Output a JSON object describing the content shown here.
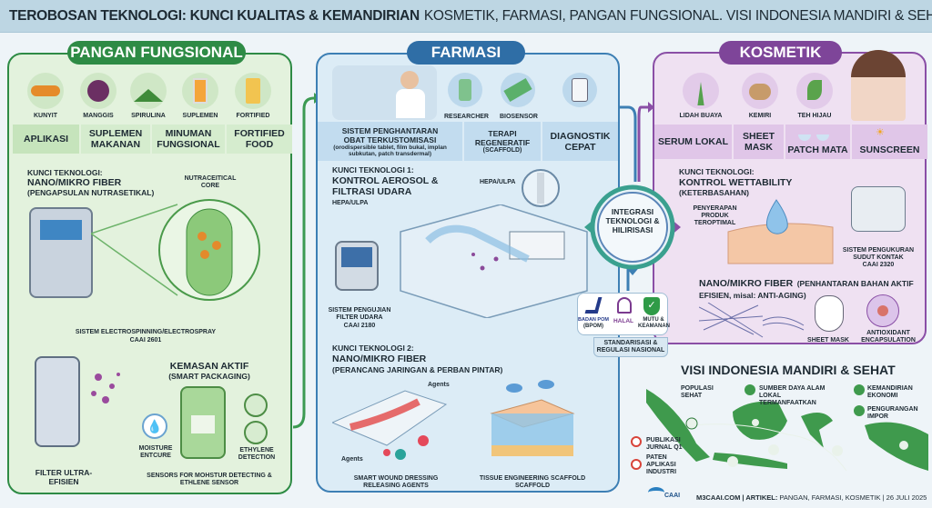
{
  "header": {
    "title_bold": "TEROBOSAN TEKNOLOGI: KUNCI KUALITAS & KEMANDIRIAN",
    "title_rest": "KOSMETIK, FARMASI, PANGAN FUNGSIONAL. VISI INDONESIA MANDIRI & SEHAT"
  },
  "pangan": {
    "title": "PANGAN FUNGSIONAL",
    "ingredients": [
      "KUNYIT",
      "MANGGIS",
      "SPIRULINA",
      "SUPLEMEN",
      "FORTIFIED"
    ],
    "table": [
      "APLIKASI",
      "SUPLEMEN MAKANAN",
      "MINUMAN FUNGSIONAL",
      "FORTIFIED FOOD"
    ],
    "tech_label": "KUNCI TEKNOLOGI:",
    "tech_title": "NANO/MIKRO FIBER",
    "tech_sub": "(PENGAPSULAN NUTRASETIKAL)",
    "core_label": "NUTRACEITICAL CORE",
    "machine_label": "SISTEM ELECTROSPINNING/ELECTROSPRAY",
    "machine_code": "CAAI 2601",
    "filter_label": "FILTER ULTRA-EFISIEN",
    "pack_title": "KEMASAN AKTIF",
    "pack_sub": "(SMART PACKAGING)",
    "moisture": "MOISTURE ENTCURE",
    "ethylene": "ETHYLENE DETECTION",
    "sensor_caption": "SENSORS FOR MOHSTUR DETECTING & ETHLENE SENSOR"
  },
  "farmasi": {
    "title": "FARMASI",
    "icons": [
      "RESEARCHER",
      "BIOSENSOR"
    ],
    "table": [
      {
        "title": "SISTEM PENGHANTARAN OBAT TERKUSTOMISASI",
        "sub": "(orodispersible tablet, film bukal, implan subkutan, patch transdermal)"
      },
      {
        "title": "TERAPI REGENERATIF",
        "sub": "(SCAFFOLD)"
      },
      {
        "title": "DIAGNOSTIK CEPAT",
        "sub": ""
      }
    ],
    "tech1_label": "KUNCI TEKNOLOGI 1:",
    "tech1_title": "KONTROL AEROSOL & FILTRASI UDARA",
    "tech1_sub": "HEPA/ULPA",
    "hepa_label": "HEPA/ULPA",
    "test_label": "SISTEM PENGUJIAN FILTER UDARA",
    "test_code": "CAAI 2180",
    "tech2_label": "KUNCI TEKNOLOGI 2:",
    "tech2_title": "NANO/MIKRO FIBER",
    "tech2_sub": "(PERANCANG JARINGAN & PERBAN PINTAR)",
    "agents": "Agents",
    "wound_caption": "SMART WOUND DRESSING RELEASING AGENTS",
    "tissue_caption": "TISSUE ENGINEERING SCAFFOLD SCAFFOLD"
  },
  "kosmetik": {
    "title": "KOSMETIK",
    "ingredients": [
      "LIDAH BUAYA",
      "KEMIRI",
      "TEH HIJAU"
    ],
    "table": [
      "SERUM LOKAL",
      "SHEET MASK",
      "PATCH MATA",
      "SUNSCREEN"
    ],
    "tech_label": "KUNCI TEKNOLOGI:",
    "tech_title": "KONTROL WETTABILITY",
    "tech_sub": "(KETERBASAHAN)",
    "absorb": "PENYERAPAN PRODUK TEROPTIMAL",
    "measure": "SISTEM PENGUKURAN SUDUT KONTAK",
    "measure_code": "CAAI 2320",
    "fiber_title": "NANO/MIKRO FIBER",
    "fiber_sub": "(PENHANTARAN BAHAN AKTIF EFISIEN, misal: ANTI-AGING)",
    "sheet_mask": "SHEET MASK",
    "antioxidant": "ANTIOXIDANT ENCAPSULATION"
  },
  "center": {
    "label": "INTEGRASI TEKNOLOGI & HILIRISASI"
  },
  "badges": {
    "bpom": "BADAN POM",
    "bpom_sub": "(BPOM)",
    "halal": "HALAL",
    "mutu": "MUTU & KEAMANAN",
    "caption": "STANDARISASI & REGULASI NASIONAL"
  },
  "visi": {
    "title": "VISI INDONESIA MANDIRI & SEHAT",
    "labels": [
      "POPULASI SEHAT",
      "SUMBER DAYA ALAM LOKAL TERMANFAATKAN",
      "KEMANDIRIAN EKONOMI",
      "PENGURANGAN IMPOR"
    ],
    "outputs": [
      "PUBLIKASI JURNAL Q1",
      "PATEN APLIKASI INDUSTRI"
    ]
  },
  "footer": {
    "logo": "CAAI",
    "site": "M3CAAI.COM | ARTIKEL:",
    "topics": "PANGAN, FARMASI, KOSMETIK | 26 JULI 2025"
  },
  "colors": {
    "green": "#2e8b45",
    "blue": "#3d7fb4",
    "purple": "#8a4fa6"
  }
}
